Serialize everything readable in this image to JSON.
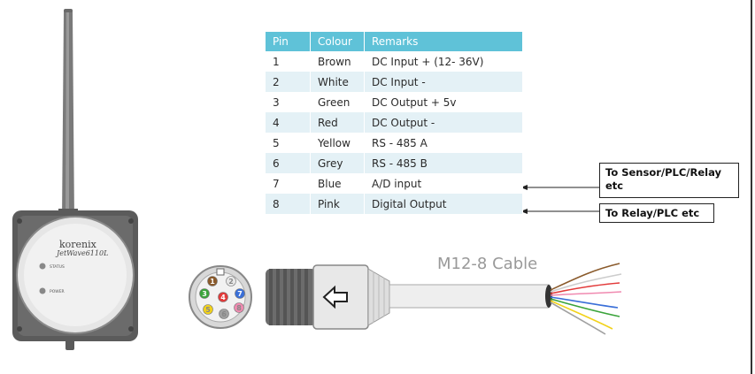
{
  "table": {
    "headers": [
      "Pin",
      "Colour",
      "Remarks"
    ],
    "rows": [
      {
        "pin": "1",
        "colour": "Brown",
        "remarks": "DC Input + (12- 36V)"
      },
      {
        "pin": "2",
        "colour": "White",
        "remarks": "DC Input -"
      },
      {
        "pin": "3",
        "colour": "Green",
        "remarks": "DC Output + 5v"
      },
      {
        "pin": "4",
        "colour": "Red",
        "remarks": "DC Output -"
      },
      {
        "pin": "5",
        "colour": "Yellow",
        "remarks": "RS - 485 A"
      },
      {
        "pin": "6",
        "colour": "Grey",
        "remarks": "RS - 485 B"
      },
      {
        "pin": "7",
        "colour": "Blue",
        "remarks": "A/D input"
      },
      {
        "pin": "8",
        "colour": "Pink",
        "remarks": "Digital Output"
      }
    ]
  },
  "callouts": {
    "sensor": "To Sensor/PLC/Relay etc",
    "relay": "To Relay/PLC etc"
  },
  "cable_label": "M12-8 Cable",
  "device": {
    "brand": "korenix",
    "model": "JetWave6110L",
    "status_label": "STATUS",
    "power_label": "POWER"
  },
  "connector_pins": [
    "1",
    "2",
    "3",
    "4",
    "5",
    "6",
    "7",
    "8"
  ],
  "colors": {
    "header_bg": "#5fc2d8",
    "row_alt_bg": "#e4f1f6",
    "wire_brown": "#8a5a2b",
    "wire_white": "#e8e8e8",
    "wire_green": "#3aa33a",
    "wire_red": "#e23a3a",
    "wire_yellow": "#f2d21a",
    "wire_grey": "#a0a0a0",
    "wire_blue": "#3a6fd8",
    "wire_pink": "#f08ab0"
  }
}
